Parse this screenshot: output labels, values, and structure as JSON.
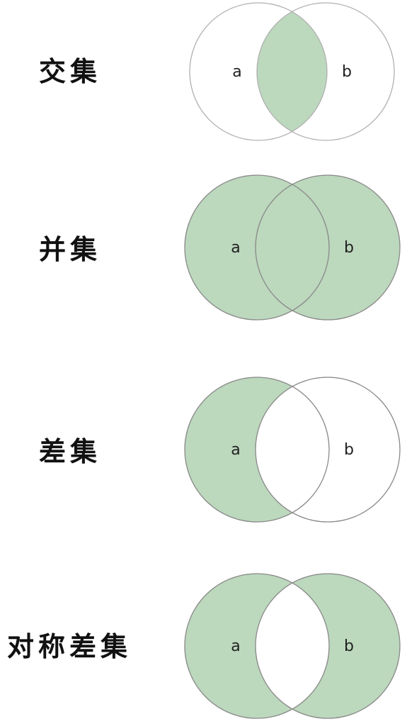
{
  "colors": {
    "fill": "#bcd8bd",
    "stroke_light": "#b0b0b0",
    "stroke_dark": "#8a8a8a",
    "background": "#ffffff"
  },
  "set_labels": {
    "a": "a",
    "b": "b"
  },
  "rows": [
    {
      "id": "intersection",
      "label": "交集",
      "shade": [
        "intersection"
      ]
    },
    {
      "id": "union",
      "label": "并集",
      "shade": [
        "a_only",
        "intersection",
        "b_only"
      ]
    },
    {
      "id": "difference",
      "label": "差集",
      "shade": [
        "a_only"
      ]
    },
    {
      "id": "symmetric-difference",
      "label": "对称差集",
      "shade": [
        "a_only",
        "b_only"
      ]
    }
  ]
}
